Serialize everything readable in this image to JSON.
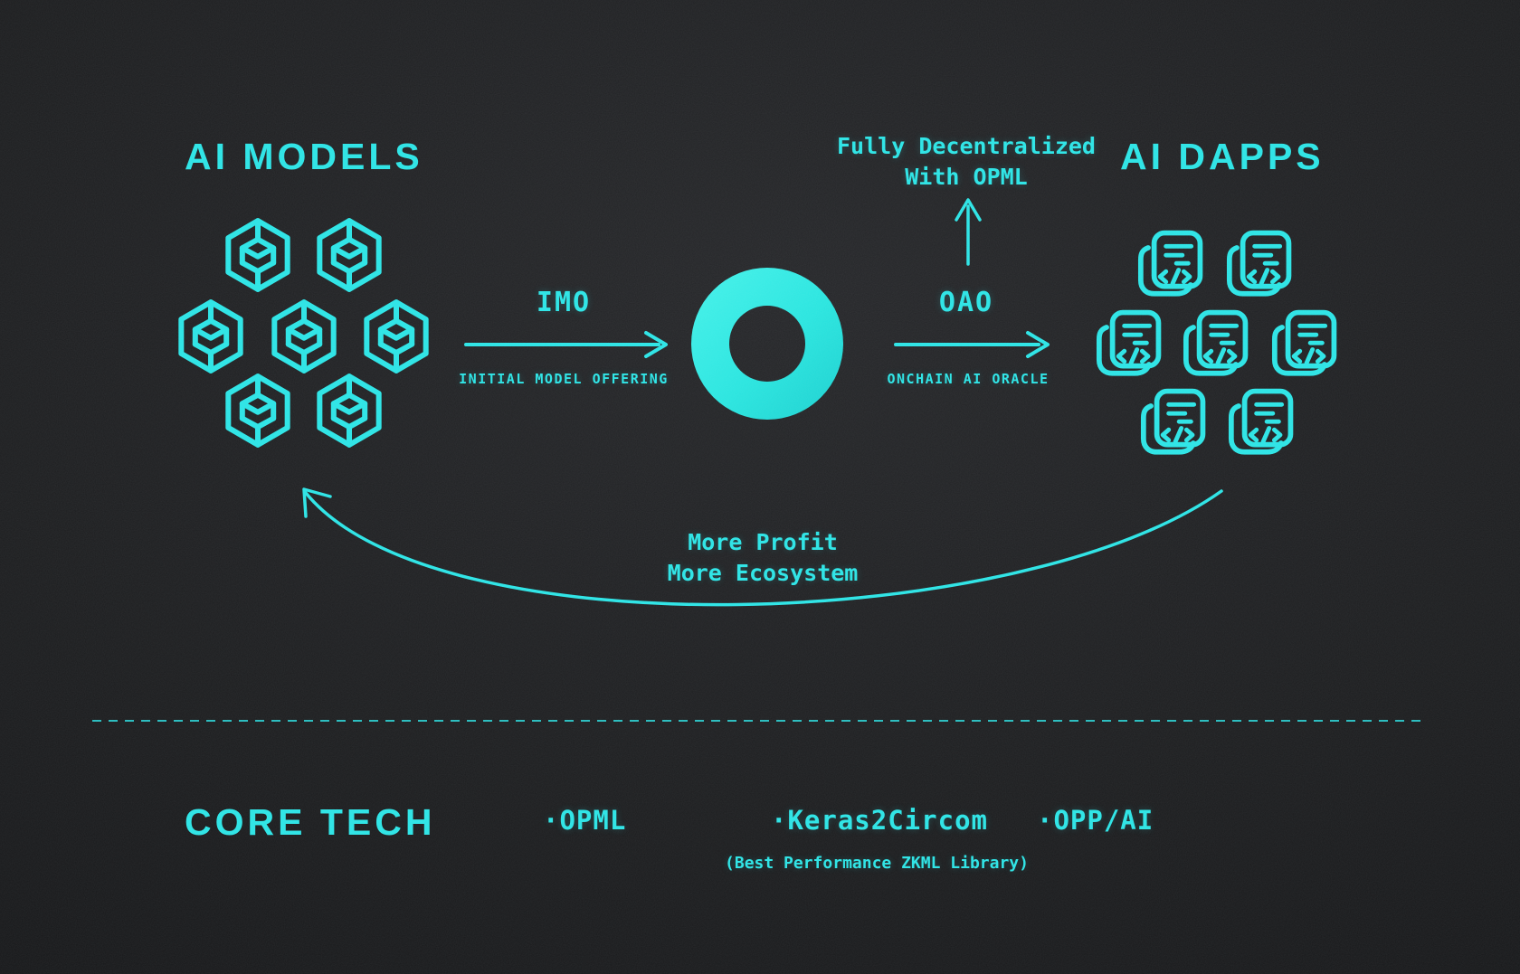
{
  "colors": {
    "accent": "#2BE4E6",
    "donut": "#2AE6E0",
    "donut_light": "#3FEFE8",
    "background": "#1D1E20"
  },
  "left_section": {
    "title": "AI MODELS",
    "icon": "cube-3d-icon",
    "icon_count": 7
  },
  "imo": {
    "label": "IMO",
    "sublabel": "INITIAL MODEL OFFERING"
  },
  "center": {
    "icon": "token-donut-icon"
  },
  "oao": {
    "label": "OAO",
    "sublabel": "ONCHAIN AI ORACLE",
    "callout_line1": "Fully Decentralized",
    "callout_line2": "With OPML"
  },
  "right_section": {
    "title": "AI DAPPS",
    "icon": "code-dapp-icon",
    "icon_count": 7
  },
  "feedback_loop": {
    "line1": "More Profit",
    "line2": "More Ecosystem"
  },
  "core_tech": {
    "title": "CORE TECH",
    "bullet": "·",
    "items": [
      {
        "label": "OPML",
        "note": ""
      },
      {
        "label": "Keras2Circom",
        "note": "(Best Performance ZKML Library)"
      },
      {
        "label": "OPP/AI",
        "note": ""
      }
    ]
  }
}
